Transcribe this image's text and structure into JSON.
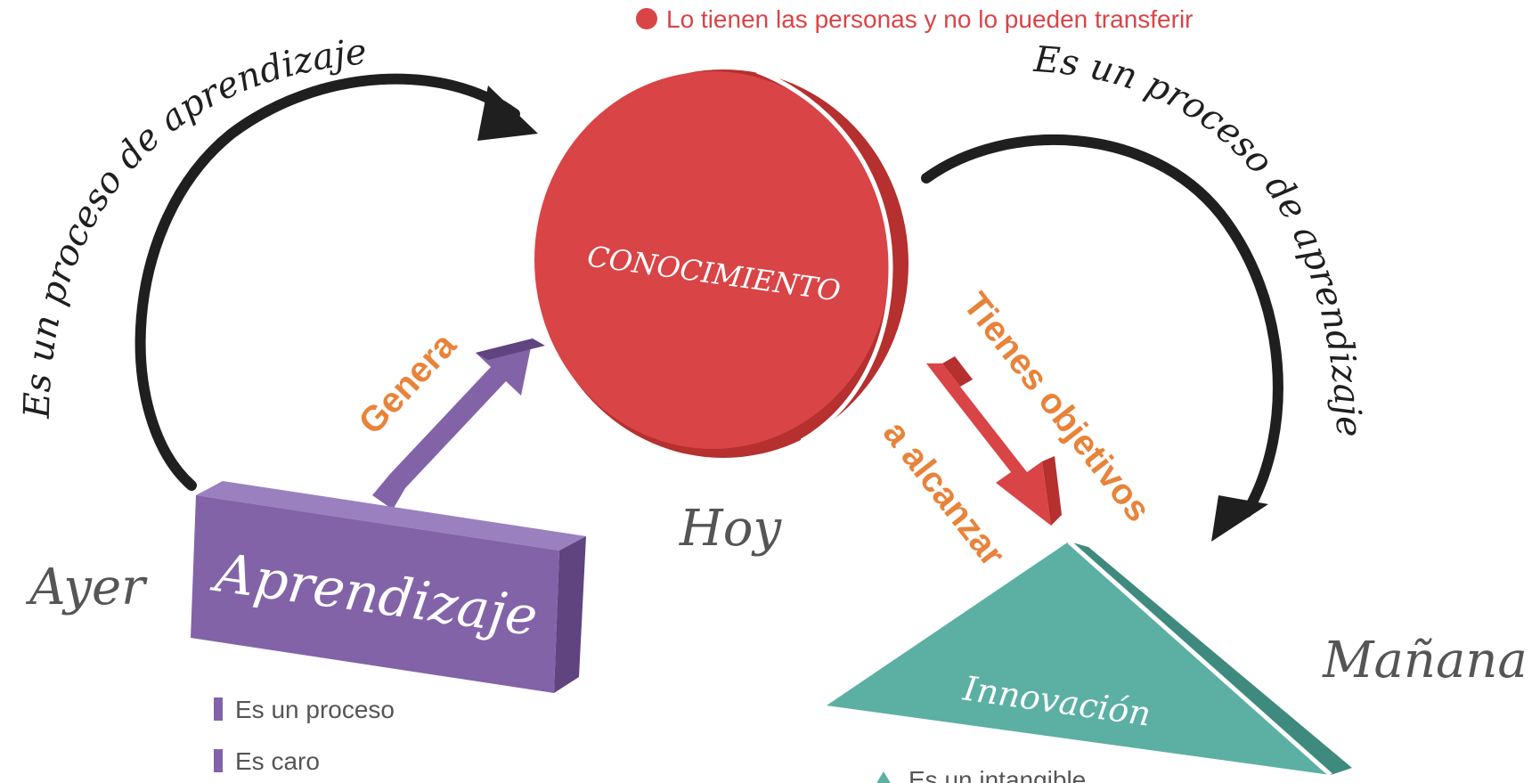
{
  "colors": {
    "red": "#d94447",
    "red_dark": "#b5302f",
    "purple": "#8263a8",
    "purple_dark": "#5f447f",
    "teal": "#5bb0a3",
    "teal_dark": "#3f8a7e",
    "orange": "#e8833a",
    "arc": "#1f1f1f",
    "gray_text": "#555555",
    "list_text": "#555555"
  },
  "top_note": {
    "marker": "red-dot-icon",
    "text": "Lo tienen las personas y no lo pueden transferir"
  },
  "arcs": {
    "left_label": "Es un proceso de aprendizaje",
    "right_label": "Es un proceso de aprendizaje"
  },
  "nodes": {
    "conocimiento": {
      "label": "CONOCIMIENTO",
      "time_label": "Hoy"
    },
    "aprendizaje": {
      "label": "Aprendizaje",
      "time_label": "Ayer",
      "bullets": [
        "Es un proceso",
        "Es caro"
      ]
    },
    "innovacion": {
      "label": "Innovación",
      "time_label": "Mañana",
      "bullets": [
        "Es un intangible"
      ]
    }
  },
  "arrows": {
    "genera": "Genera",
    "objetivos_line1": "Tienes objetivos",
    "objetivos_line2": "a alcanzar"
  }
}
